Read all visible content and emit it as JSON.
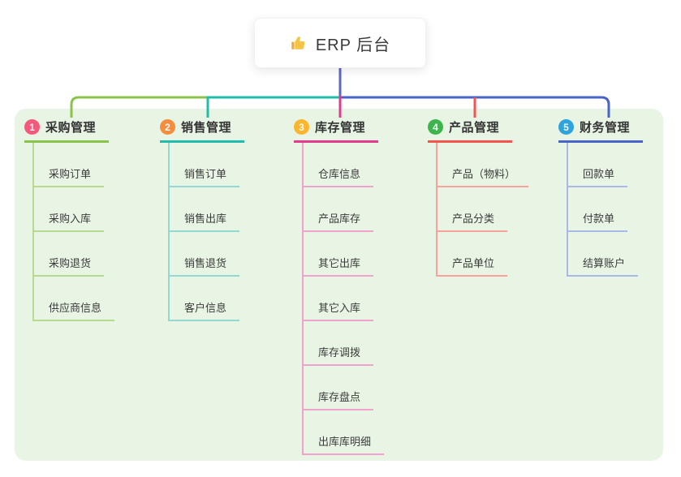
{
  "root": {
    "icon": "thumbs-up",
    "label": "ERP 后台"
  },
  "colors": {
    "stem": "#5b68c6",
    "panel_bg": "#e8f5e4",
    "canvas_bg": "#ffffff",
    "title_text": "#333333",
    "child_text": "#3b3b3b",
    "badge_text": "#ffffff",
    "thumb_icon": "#f6c445"
  },
  "branches": [
    {
      "num": "1",
      "label": "采购管理",
      "colors": {
        "badge": "#f4587a",
        "line": "#8bc34a",
        "child_line": "#b7da8e"
      },
      "children": [
        "采购订单",
        "采购入库",
        "采购退货",
        "供应商信息"
      ]
    },
    {
      "num": "2",
      "label": "销售管理",
      "colors": {
        "badge": "#f68c3e",
        "line": "#22bcab",
        "child_line": "#93d9d1"
      },
      "children": [
        "销售订单",
        "销售出库",
        "销售退货",
        "客户信息"
      ]
    },
    {
      "num": "3",
      "label": "库存管理",
      "colors": {
        "badge": "#fcb62d",
        "line": "#e23a8d",
        "child_line": "#f0a3ca"
      },
      "children": [
        "仓库信息",
        "产品库存",
        "其它出库",
        "其它入库",
        "库存调拨",
        "库存盘点",
        "出库库明细"
      ]
    },
    {
      "num": "4",
      "label": "产品管理",
      "colors": {
        "badge": "#3cb54d",
        "line": "#f4544e",
        "child_line": "#f9a29d"
      },
      "children": [
        "产品（物料）",
        "产品分类",
        "产品单位"
      ]
    },
    {
      "num": "5",
      "label": "财务管理",
      "colors": {
        "badge": "#2ea3dc",
        "line": "#4a63c8",
        "child_line": "#a9b8e6"
      },
      "children": [
        "回款单",
        "付款单",
        "结算账户"
      ]
    }
  ]
}
